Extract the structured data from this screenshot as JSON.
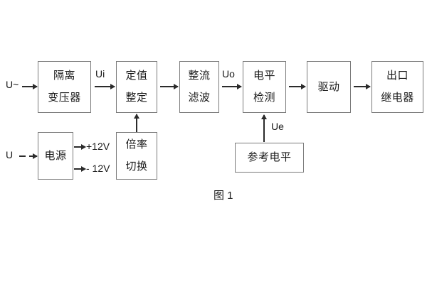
{
  "figure": {
    "caption": "图 1",
    "colors": {
      "box_border": "#7a7a7a",
      "arrow": "#2b2b2b",
      "text": "#1a1a1a",
      "background": "#ffffff"
    }
  },
  "blocks": [
    {
      "id": "isolation-transformer",
      "line1": "隔离",
      "line2": "变压器"
    },
    {
      "id": "setting-value",
      "line1": "定值",
      "line2": "整定"
    },
    {
      "id": "rectify-filter",
      "line1": "整流",
      "line2": "滤波"
    },
    {
      "id": "level-detection",
      "line1": "电平",
      "line2": "检测"
    },
    {
      "id": "drive",
      "line1": "驱动",
      "line2": ""
    },
    {
      "id": "output-relay",
      "line1": "出口",
      "line2": "继电器"
    },
    {
      "id": "power-supply",
      "line1": "电源",
      "line2": ""
    },
    {
      "id": "ratio-switch",
      "line1": "倍率",
      "line2": "切换"
    },
    {
      "id": "reference-level",
      "line1": "参考电平",
      "line2": ""
    }
  ],
  "signals": {
    "input_ac": "U~",
    "input_dc": "U",
    "ui": "Ui",
    "uo": "Uo",
    "ue": "Ue",
    "rail_pos": "+12V",
    "rail_neg": "- 12V"
  }
}
